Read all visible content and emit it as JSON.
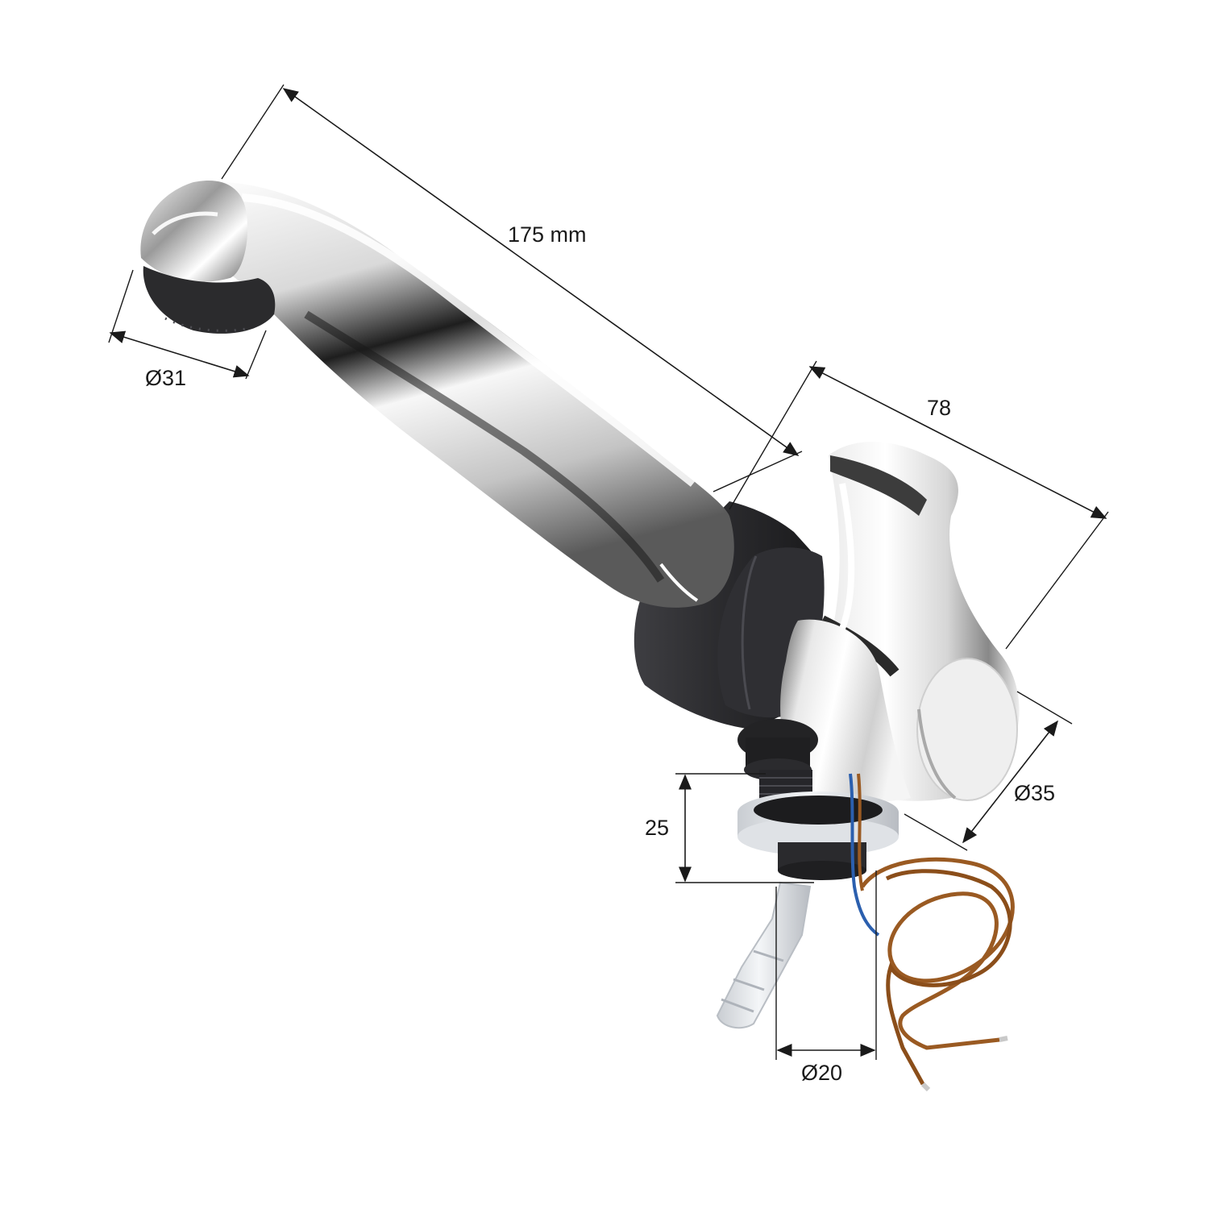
{
  "diagram": {
    "subject": "faucet-with-pull-out-spout",
    "dimensions": {
      "spout_length": "175 mm",
      "spout_head_diameter": "Ø31",
      "handle_length": "78",
      "body_diameter": "Ø35",
      "thread_length": "25",
      "thread_diameter": "Ø20"
    },
    "colors": {
      "chrome_light": "#f2f2f2",
      "chrome_mid": "#b9b9b9",
      "chrome_dark": "#3a3a3a",
      "black_plastic": "#2c2c2e",
      "white_plastic": "#e9ecef",
      "copper_wire": "#9a5a22",
      "blue_wire": "#2b5fae"
    }
  }
}
